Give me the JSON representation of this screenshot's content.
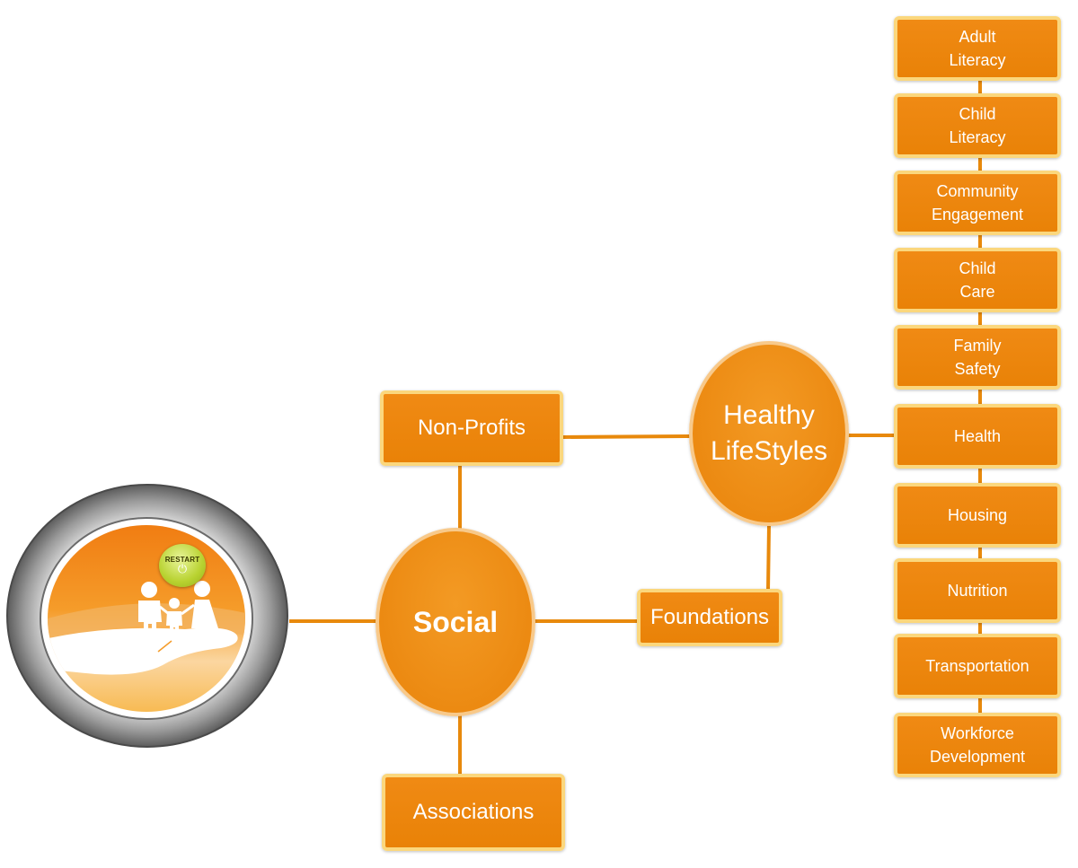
{
  "colors": {
    "node_fill": "#ee8a0f",
    "node_border": "#fbd77d",
    "connector": "#e8890c",
    "restart_button": "#b8d230"
  },
  "diagram": {
    "center": {
      "label": "Social"
    },
    "branches": {
      "non_profits": "Non-Profits",
      "associations": "Associations",
      "foundations": "Foundations"
    },
    "focus_area": {
      "label": "Healthy\nLifeStyles"
    },
    "topics": [
      "Adult\nLiteracy",
      "Child\nLiteracy",
      "Community\nEngagement",
      "Child\nCare",
      "Family\nSafety",
      "Health",
      "Housing",
      "Nutrition",
      "Transportation",
      "Workforce\nDevelopment"
    ]
  },
  "hub": {
    "restart_label": "RESTART",
    "power_icon": "power-icon",
    "illustration_icon": "family-in-hand-icon"
  }
}
